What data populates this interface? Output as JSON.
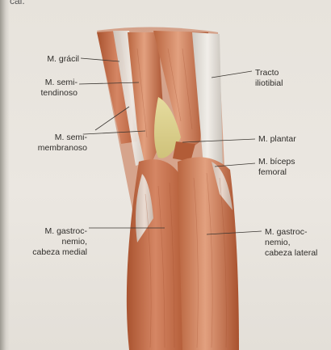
{
  "page_fragment": "cal.",
  "figure": {
    "labels": {
      "gracilis": "M. grácil",
      "semitendinosus": "M. semi-\ntendinoso",
      "semimembranosus": "M. semi-\nmembranoso",
      "gastrocnemius_medial": "M. gastroc-\nnemio,\ncabeza medial",
      "iliotibial_tract": "Tracto\niliotibial",
      "plantaris": "M. plantar",
      "biceps_femoris": "M. bíceps\nfemoral",
      "gastrocnemius_lateral": "M. gastroc-\nnemio,\ncabeza lateral"
    }
  }
}
